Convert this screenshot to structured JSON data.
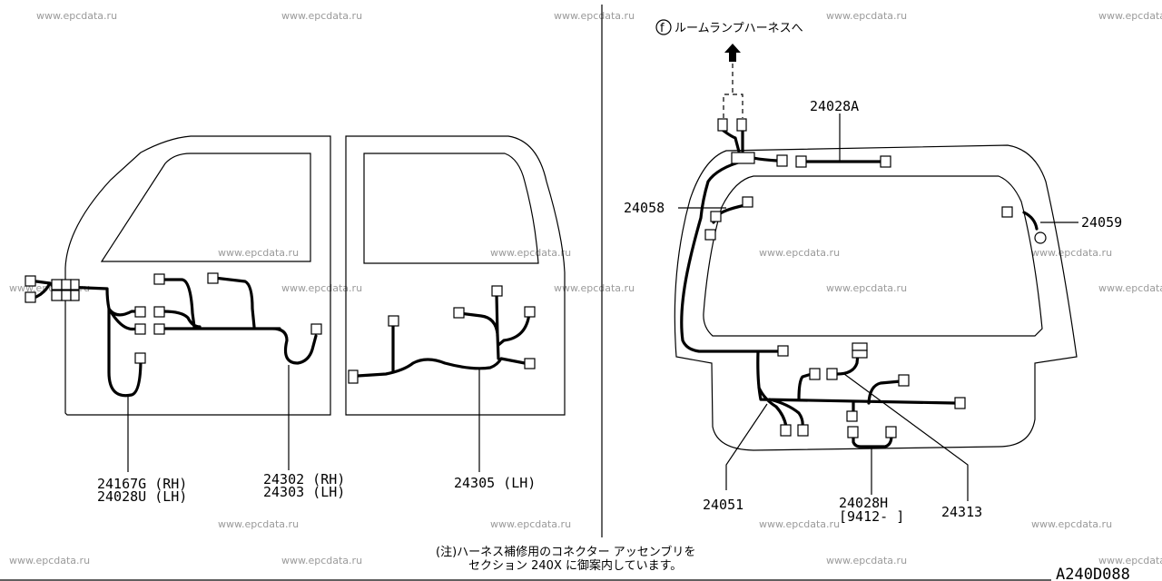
{
  "watermark": "www.epcdata.ru",
  "top_label": {
    "marker": "f",
    "text": "ルームランプハーネスへ"
  },
  "parts": {
    "p24167g": "24167G (RH)",
    "p24028u": "24028U (LH)",
    "p24302": "24302 (RH)",
    "p24303": "24303 (LH)",
    "p24305": "24305 (LH)",
    "p24028a": "24028A",
    "p24058": "24058",
    "p24059": "24059",
    "p24051": "24051",
    "p24028h": "24028H",
    "p24028h_range": "[9412-   ]",
    "p24313": "24313"
  },
  "note": {
    "line1": "(注)ハーネス補修用のコネクター  アッセンブリを",
    "line2": "セクション 240X に御案内しています。"
  },
  "diagram_code": "A240D088"
}
